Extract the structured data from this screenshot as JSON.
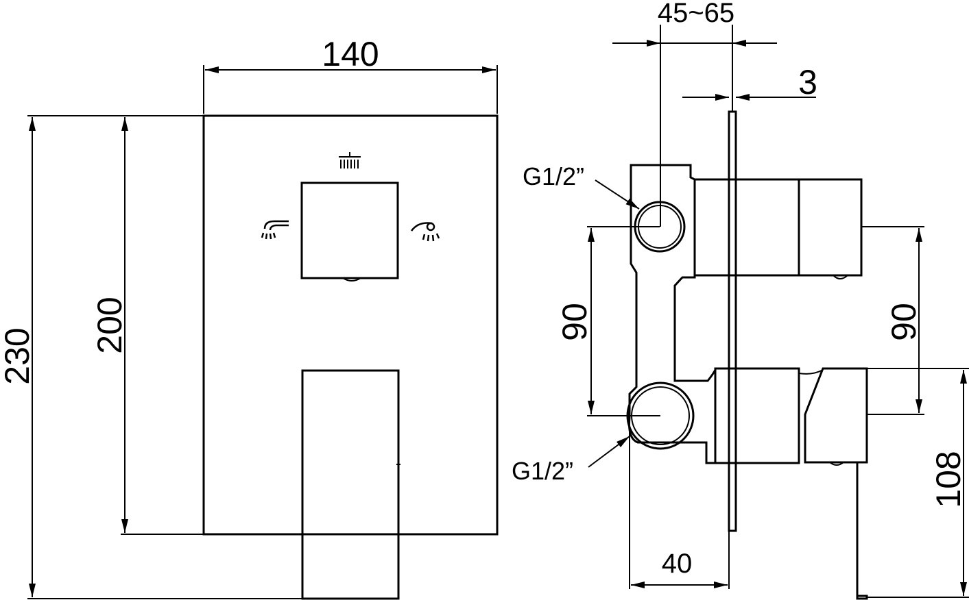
{
  "front_view": {
    "width_label": "140",
    "outer_height_label": "230",
    "plate_height_label": "200"
  },
  "side_view": {
    "depth_range_label": "45~65",
    "plate_thickness_label": "3",
    "top_port_label": "G1/2”",
    "bottom_port_label": "G1/2”",
    "left_spacing_label": "90",
    "right_spacing_label": "90",
    "body_depth_label": "40",
    "handle_height_label": "108"
  }
}
